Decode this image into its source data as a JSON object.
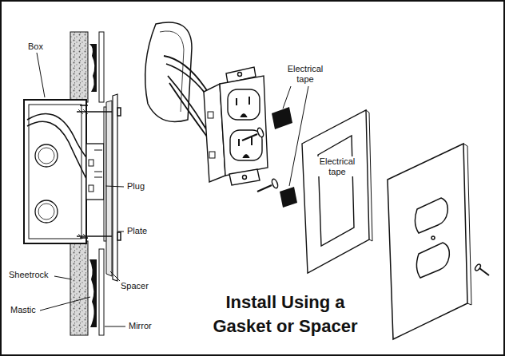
{
  "diagram": {
    "title": "Install Using a Gasket or Spacer",
    "labels": [
      "Box",
      "Plug",
      "Plate",
      "Sheetrock",
      "Spacer",
      "Mastic",
      "Mirror",
      "Electrical tape",
      "Electrical tape"
    ]
  }
}
